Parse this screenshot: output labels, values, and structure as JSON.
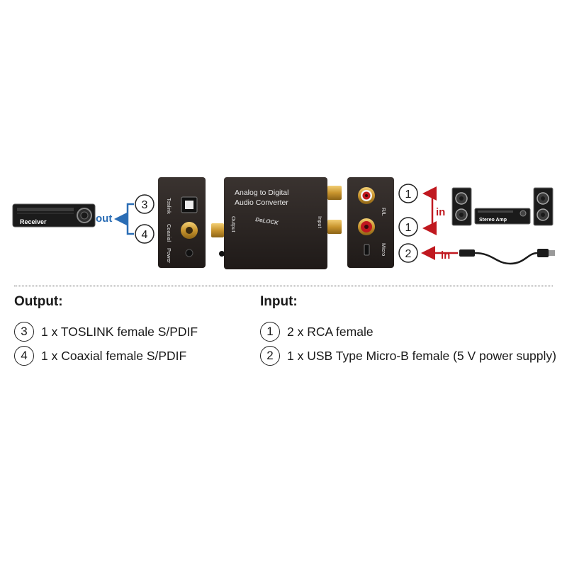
{
  "callouts": {
    "toslink_num": "3",
    "coaxial_num": "4",
    "rca_num_top": "1",
    "rca_num_bottom": "1",
    "usb_num": "2"
  },
  "labels": {
    "out": "out",
    "in_rca": "in",
    "in_usb": "in",
    "receiver": "Receiver",
    "stereo_amp": "Stereo Amp"
  },
  "device": {
    "output_panel": {
      "toslink": "Toslink",
      "coaxial": "Coaxial",
      "power": "Power"
    },
    "main": {
      "title_line1": "Analog to Digital",
      "title_line2": "Audio Converter",
      "brand": "DeLOCK",
      "output": "Output",
      "input": "Input"
    },
    "input_panel": {
      "rl": "R/L",
      "micro": "Micro"
    }
  },
  "legend": {
    "output": {
      "title": "Output:",
      "items": [
        {
          "num": "3",
          "text": "1 x TOSLINK female S/PDIF"
        },
        {
          "num": "4",
          "text": "1 x Coaxial female S/PDIF"
        }
      ]
    },
    "input": {
      "title": "Input:",
      "items": [
        {
          "num": "1",
          "text": "2 x RCA female"
        },
        {
          "num": "2",
          "text": "1 x USB Type Micro-B female (5 V power supply)"
        }
      ]
    }
  },
  "colors": {
    "arrow_blue": "#2a6db5",
    "arrow_red": "#c0181f",
    "device_body": "#2b2522",
    "gold": "#d4a23a"
  }
}
